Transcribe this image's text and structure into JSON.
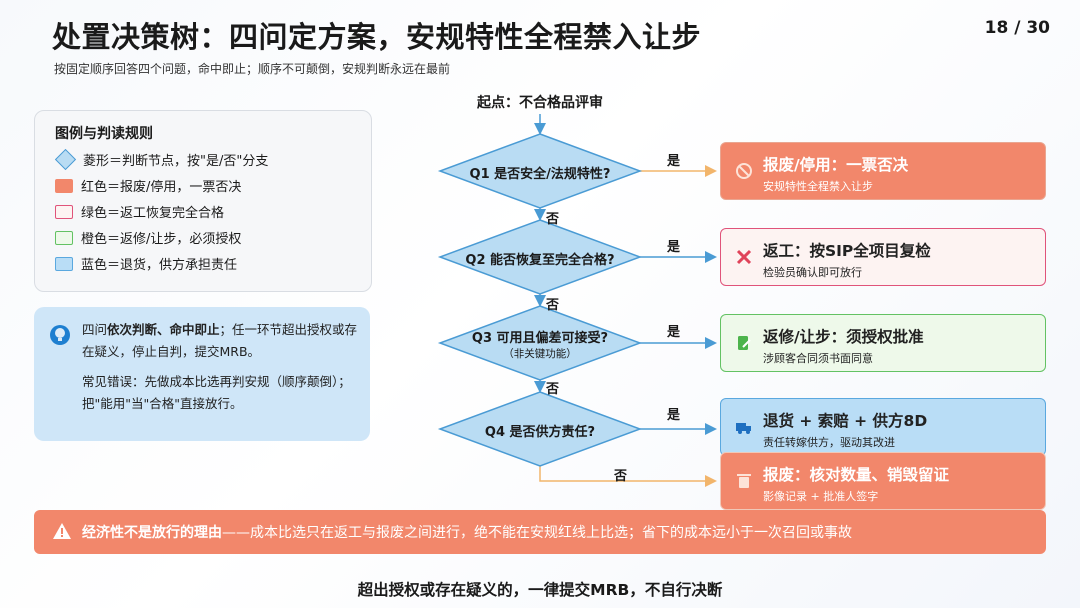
{
  "page": {
    "title": "处置决策树：四问定方案，安规特性全程禁入让步",
    "subtitle": "按固定顺序回答四个问题，命中即止；顺序不可颠倒，安规判断永远在最前",
    "page_number": "18 / 30"
  },
  "legend": {
    "title": "图例与判读规则",
    "items": [
      {
        "text": "菱形＝判断节点，按\"是/否\"分支",
        "color": "#b9dcf3"
      },
      {
        "text": "红色＝报废/停用，一票否决",
        "color": "#f2876b"
      },
      {
        "text": "绿色＝返工恢复完全合格",
        "color": "#fdf3f2"
      },
      {
        "text": "橙色＝返修/让步，必须授权",
        "color": "#eef9ea"
      },
      {
        "text": "蓝色＝退货，供方承担责任",
        "color": "#b9ddf6"
      }
    ]
  },
  "tip": {
    "line1_prefix": "四问",
    "line1_bold": "依次判断、命中即止",
    "line1_rest": "；任一环节超出授权或存在疑义，停止自判，提交MRB。",
    "line2": "常见错误：先做成本比选再判安规（顺序颠倒）；把\"能用\"当\"合格\"直接放行。"
  },
  "flow": {
    "start": "起点：不合格品评审",
    "questions": [
      {
        "label": "Q1 是否安全/法规特性?",
        "note": ""
      },
      {
        "label": "Q2 能否恢复至完全合格?",
        "note": ""
      },
      {
        "label": "Q3 可用且偏差可接受?",
        "note": "（非关键功能）"
      },
      {
        "label": "Q4 是否供方责任?",
        "note": ""
      }
    ],
    "yes": "是",
    "no": "否"
  },
  "outcomes": [
    {
      "title": "报废/停用：一票否决",
      "sub": "安规特性全程禁入让步",
      "icon": "ban-icon"
    },
    {
      "title": "返工：按SIP全项目复检",
      "sub": "检验员确认即可放行",
      "icon": "tools-icon"
    },
    {
      "title": "返修/让步：须授权批准",
      "sub": "涉顾客合同须书面同意",
      "icon": "edit-document-icon"
    },
    {
      "title": "退货 + 索赔 + 供方8D",
      "sub": "责任转嫁供方，驱动其改进",
      "icon": "truck-icon"
    },
    {
      "title": "报废：核对数量、销毁留证",
      "sub": "影像记录 + 批准人签字",
      "icon": "trash-icon"
    }
  ],
  "banner": {
    "bold": "经济性不是放行的理由",
    "rest": "——成本比选只在返工与报废之间进行，绝不能在安规红线上比选；省下的成本远小于一次召回或事故"
  },
  "footer": "超出授权或存在疑义的，一律提交MRB，不自行决断",
  "colors": {
    "diamond_fill": "#b9dcf3",
    "diamond_stroke": "#4a9bd4",
    "arrow": "#4a9bd4",
    "yes_arrow": "#f2b56b",
    "red": "#f2876b"
  }
}
